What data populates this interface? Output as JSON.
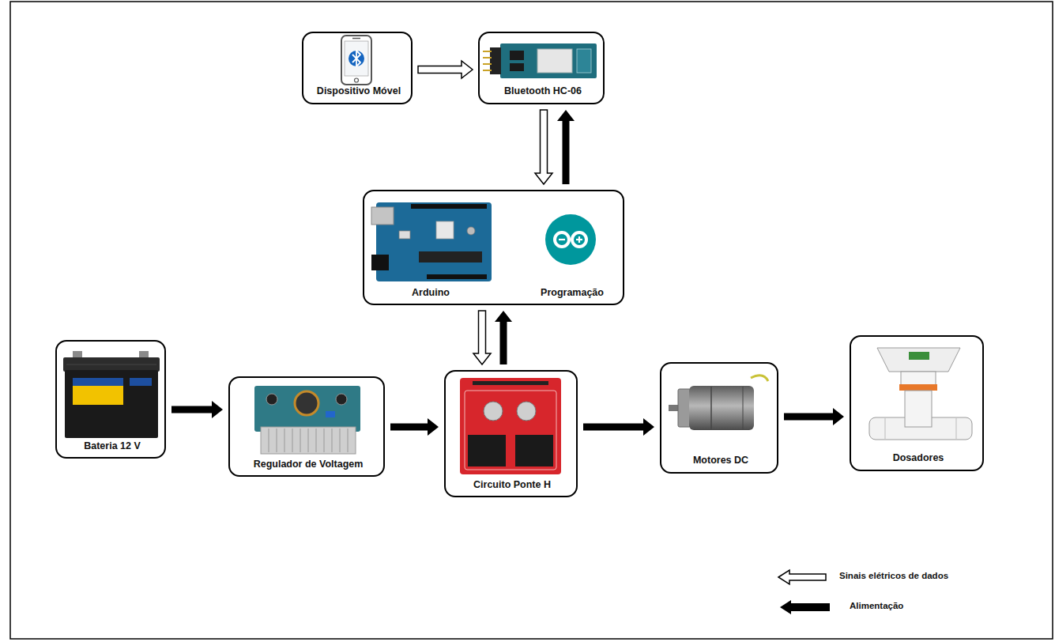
{
  "diagram": {
    "nodes": [
      {
        "text": [
          "Dispositivo Móvel"
        ]
      },
      {
        "text": [
          "Bluetooth HC-06"
        ]
      },
      {
        "text": [
          "Arduino",
          "Programação"
        ]
      },
      {
        "text": [
          "Bateria 12 V"
        ]
      },
      {
        "text": [
          "Regulador de Voltagem"
        ]
      },
      {
        "text": [
          "Circuito Ponte H"
        ]
      },
      {
        "text": [
          "Motores DC"
        ]
      },
      {
        "text": [
          "Dosadores"
        ]
      }
    ],
    "edges": [
      {
        "from": 0,
        "to": 1,
        "arrow": "to"
      },
      {
        "from": 1,
        "to": 2,
        "arrow": "to"
      },
      {
        "from": 2,
        "to": 1,
        "arrow": "to"
      },
      {
        "from": 2,
        "to": 5,
        "arrow": "to"
      },
      {
        "from": 5,
        "to": 2,
        "arrow": "to"
      },
      {
        "from": 3,
        "to": 4,
        "arrow": "to"
      },
      {
        "from": 4,
        "to": 5,
        "arrow": "to"
      },
      {
        "from": 5,
        "to": 6,
        "arrow": "to"
      },
      {
        "from": 6,
        "to": 7,
        "arrow": "to"
      }
    ],
    "legend": [
      {
        "text": "Sinais elétricos de dados"
      },
      {
        "text": "Alimentação"
      }
    ]
  }
}
